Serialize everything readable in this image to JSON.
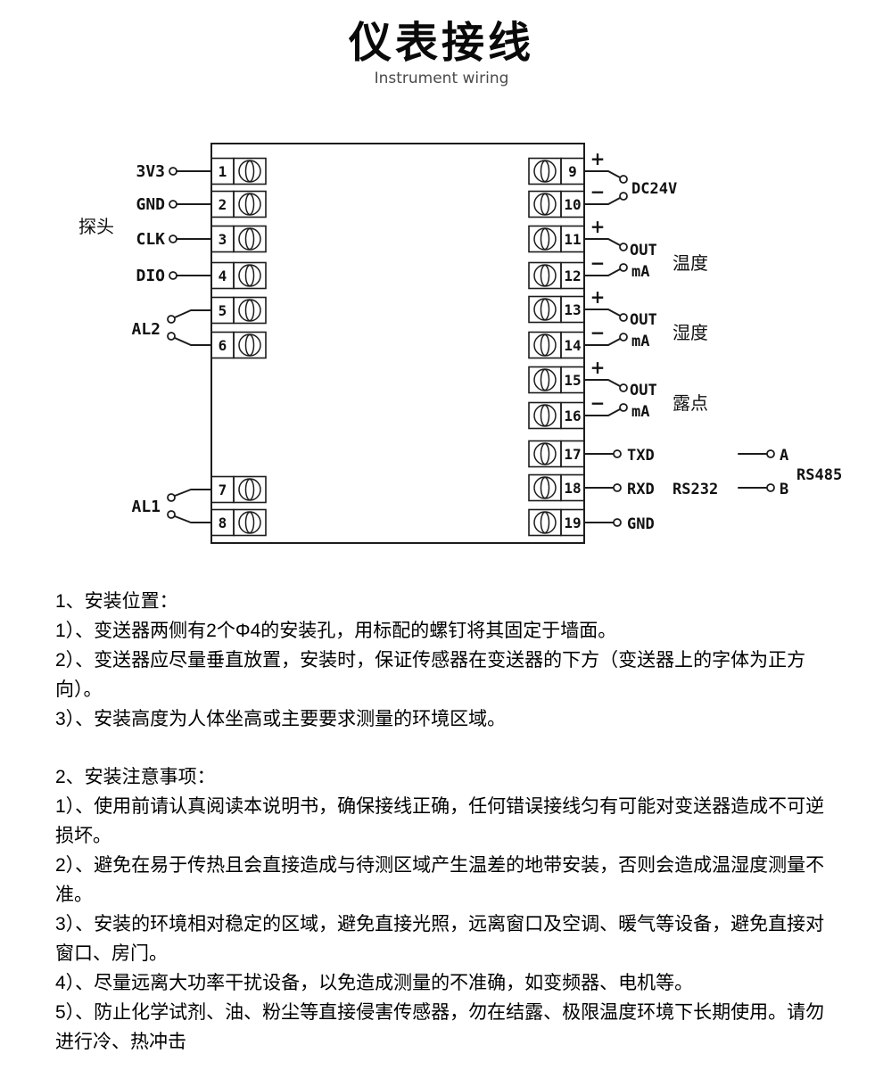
{
  "header": {
    "title": "仪表接线",
    "subtitle": "Instrument wiring"
  },
  "diagram": {
    "probe_label": "探头",
    "pin_labels": {
      "p1": "3V3",
      "p2": "GND",
      "p3": "CLK",
      "p4": "DIO",
      "al2": "AL2",
      "al1": "AL1"
    },
    "terminal_numbers": [
      "1",
      "2",
      "3",
      "4",
      "5",
      "6",
      "7",
      "8",
      "9",
      "10",
      "11",
      "12",
      "13",
      "14",
      "15",
      "16",
      "17",
      "18",
      "19"
    ],
    "polarity": {
      "plus": "+",
      "minus": "−"
    },
    "right_labels": {
      "dc24v": "DC24V",
      "out": "OUT",
      "ma": "mA",
      "temperature": "温度",
      "humidity": "湿度",
      "dew_point": "露点",
      "txd": "TXD",
      "rxd": "RXD",
      "rs232": "RS232",
      "gnd": "GND",
      "a": "A",
      "b": "B",
      "rs485": "RS485"
    }
  },
  "instructions": {
    "sections": [
      {
        "heading": "1、安装位置：",
        "items": [
          "1）、变送器两侧有2个Φ4的安装孔，用标配的螺钉将其固定于墙面。",
          "2）、变送器应尽量垂直放置，安装时，保证传感器在变送器的下方（变送器上的字体为正方向）。",
          "3）、安装高度为人体坐高或主要要求测量的环境区域。"
        ]
      },
      {
        "heading": "2、安装注意事项：",
        "items": [
          "1）、使用前请认真阅读本说明书，确保接线正确，任何错误接线匀有可能对变送器造成不可逆损坏。",
          "2）、避免在易于传热且会直接造成与待测区域产生温差的地带安装，否则会造成温湿度测量不准。",
          "3）、安装的环境相对稳定的区域，避免直接光照，远离窗口及空调、暖气等设备，避免直接对窗口、房门。",
          "4）、尽量远离大功率干扰设备，以免造成测量的不准确，如变频器、电机等。",
          "5）、防止化学试剂、油、粉尘等直接侵害传感器，勿在结露、极限温度环境下长期使用。请勿进行冷、热冲击"
        ]
      }
    ]
  }
}
